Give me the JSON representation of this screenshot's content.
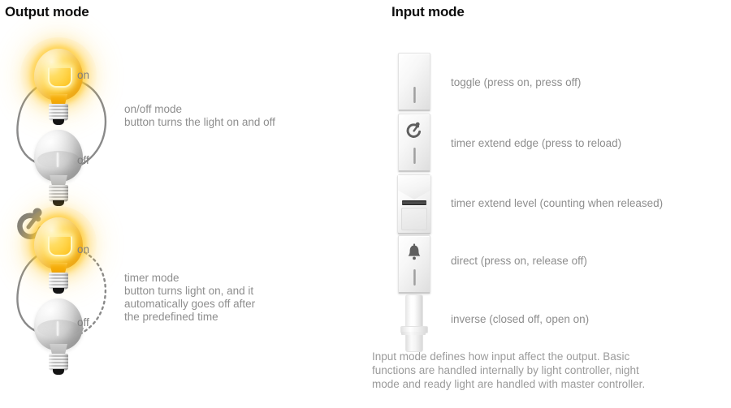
{
  "output": {
    "title": "Output mode",
    "modes": [
      {
        "state_on": "on",
        "state_off": "off",
        "description": "on/off mode\nbutton turns the light on and off",
        "arrow_style": "solid",
        "has_timer_badge": false
      },
      {
        "state_on": "on",
        "state_off": "off",
        "description": "timer mode\nbutton turns light on, and it\nautomatically goes off after\nthe predefined time",
        "arrow_style": "dashed",
        "has_timer_badge": true
      }
    ]
  },
  "input": {
    "title": "Input mode",
    "items": [
      {
        "icon": "toggle-switch-icon",
        "label": "toggle (press on, press off)"
      },
      {
        "icon": "stopwatch-switch-icon",
        "label": "timer extend edge (press to reload)"
      },
      {
        "icon": "motion-sensor-icon",
        "label": "timer extend level (counting when released)"
      },
      {
        "icon": "bell-switch-icon",
        "label": "direct (press on, release off)"
      },
      {
        "icon": "cylinder-sensor-icon",
        "label": "inverse (closed off, open on)"
      }
    ],
    "footnote": "Input mode defines how input affect the output. Basic\nfunctions are handled internally by light controller, night\nmode and ready light are handled with master controller."
  },
  "colors": {
    "background": "#ffffff",
    "title_text": "#0d0d0d",
    "body_text": "#8e8e8e",
    "arrow": "#8a8a8a",
    "bulb_on": "#ffc825",
    "bulb_off": "#c8c8c8"
  }
}
